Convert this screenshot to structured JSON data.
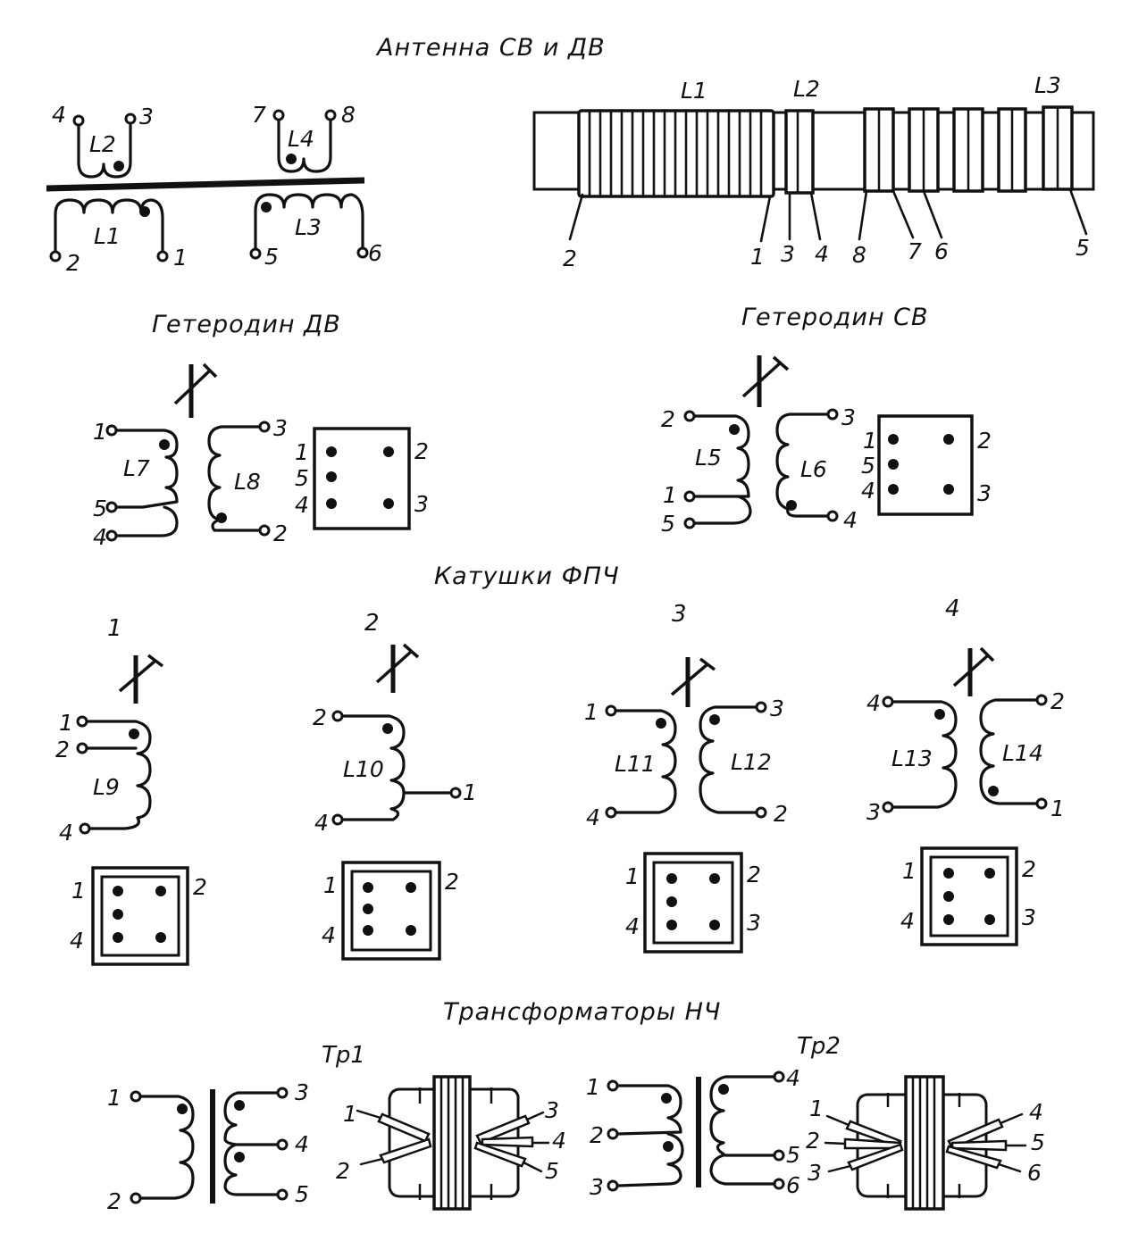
{
  "sections": {
    "antenna": "Антенна СВ и ДВ",
    "osc_lw": "Гетеродин ДВ",
    "osc_mw": "Гетеродин СВ",
    "ifc": "Катушки ФПЧ",
    "lf_transformers": "Трансформаторы НЧ"
  },
  "antenna": {
    "coils": [
      "L1",
      "L2",
      "L3",
      "L4"
    ],
    "pins": [
      "1",
      "2",
      "3",
      "4",
      "5",
      "6",
      "7",
      "8"
    ],
    "rod": {
      "coil_labels": [
        "L1",
        "L2",
        "L3"
      ],
      "leads": [
        "2",
        "1",
        "3",
        "4",
        "8",
        "7",
        "6",
        "5"
      ]
    }
  },
  "osc_lw": {
    "coils": [
      "L7",
      "L8"
    ],
    "pins_left": [
      "1",
      "5",
      "4"
    ],
    "pins_right": [
      "3",
      "2"
    ],
    "base_left": [
      "1",
      "5",
      "4"
    ],
    "base_right": [
      "2",
      "3"
    ]
  },
  "osc_mw": {
    "coils": [
      "L5",
      "L6"
    ],
    "pins_left": [
      "2",
      "1",
      "5"
    ],
    "pins_right": [
      "3",
      "4"
    ],
    "base_left": [
      "1",
      "5",
      "4"
    ],
    "base_right": [
      "2",
      "3"
    ]
  },
  "ifc": {
    "units": [
      {
        "num": "1",
        "coils": [
          "L9"
        ],
        "pins": [
          "1",
          "2",
          "4"
        ],
        "base_left": [
          "1",
          "4"
        ],
        "base_right": [
          "2"
        ]
      },
      {
        "num": "2",
        "coils": [
          "L10"
        ],
        "pins": [
          "2",
          "1",
          "4"
        ],
        "base_left": [
          "1",
          "4"
        ],
        "base_right": [
          "2"
        ]
      },
      {
        "num": "3",
        "coils": [
          "L11",
          "L12"
        ],
        "pins": [
          "1",
          "3",
          "4",
          "2"
        ],
        "base_left": [
          "1",
          "4"
        ],
        "base_right": [
          "2",
          "3"
        ]
      },
      {
        "num": "4",
        "coils": [
          "L13",
          "L14"
        ],
        "pins": [
          "4",
          "2",
          "3",
          "1"
        ],
        "base_left": [
          "1",
          "4"
        ],
        "base_right": [
          "2",
          "3"
        ]
      }
    ]
  },
  "tr1": {
    "name": "Тр1",
    "pins_primary": [
      "1",
      "2"
    ],
    "pins_secondary": [
      "3",
      "4",
      "5"
    ],
    "body_left": [
      "1",
      "2"
    ],
    "body_right": [
      "3",
      "4",
      "5"
    ]
  },
  "tr2": {
    "name": "Тр2",
    "pins_primary": [
      "1",
      "2",
      "3"
    ],
    "pins_secondary": [
      "4",
      "5",
      "6"
    ],
    "body_left": [
      "1",
      "2",
      "3"
    ],
    "body_right": [
      "4",
      "5",
      "6"
    ]
  }
}
